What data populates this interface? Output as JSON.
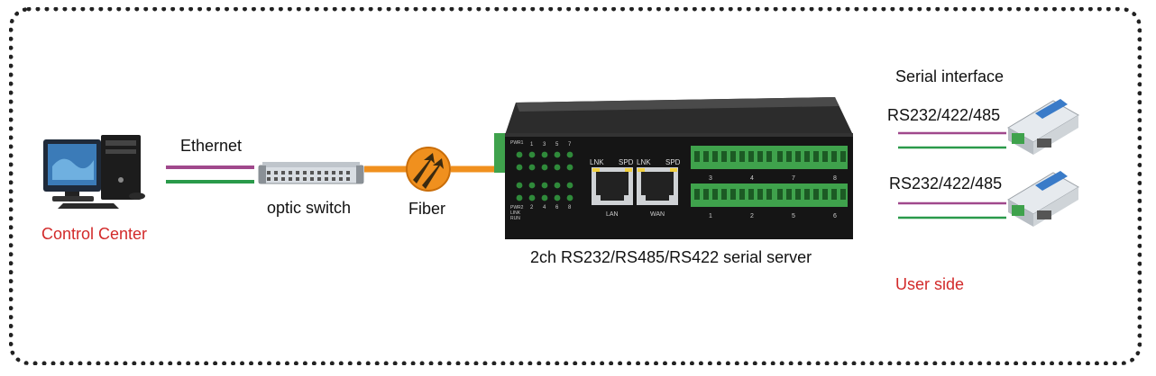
{
  "labels": {
    "control_center": "Control Center",
    "ethernet": "Ethernet",
    "optic_switch": "optic switch",
    "fiber": "Fiber",
    "serial_server": "2ch RS232/RS485/RS422 serial server",
    "serial_interface": "Serial interface",
    "rs_top": "RS232/422/485",
    "rs_bottom": "RS232/422/485",
    "user_side": "User side"
  },
  "device": {
    "lnk1": "LNK",
    "spd1": "SPD",
    "lnk2": "LNK",
    "spd2": "SPD",
    "lan": "LAN",
    "wan": "WAN",
    "pwr1": "PWR1",
    "pwr2": "PWR2",
    "link": "LINK",
    "run": "RUN",
    "port_nums_top": [
      "1",
      "3",
      "5",
      "7"
    ],
    "port_nums_bottom": [
      "2",
      "4",
      "6",
      "8"
    ],
    "terminal_top": [
      "3",
      "4",
      "7",
      "8"
    ],
    "terminal_bottom": [
      "1",
      "2",
      "5",
      "6"
    ]
  },
  "colors": {
    "ethernet_purple": "#a0488c",
    "ethernet_green": "#2a9a4a",
    "fiber_orange": "#f0901e",
    "label_red": "#d22a2a"
  }
}
